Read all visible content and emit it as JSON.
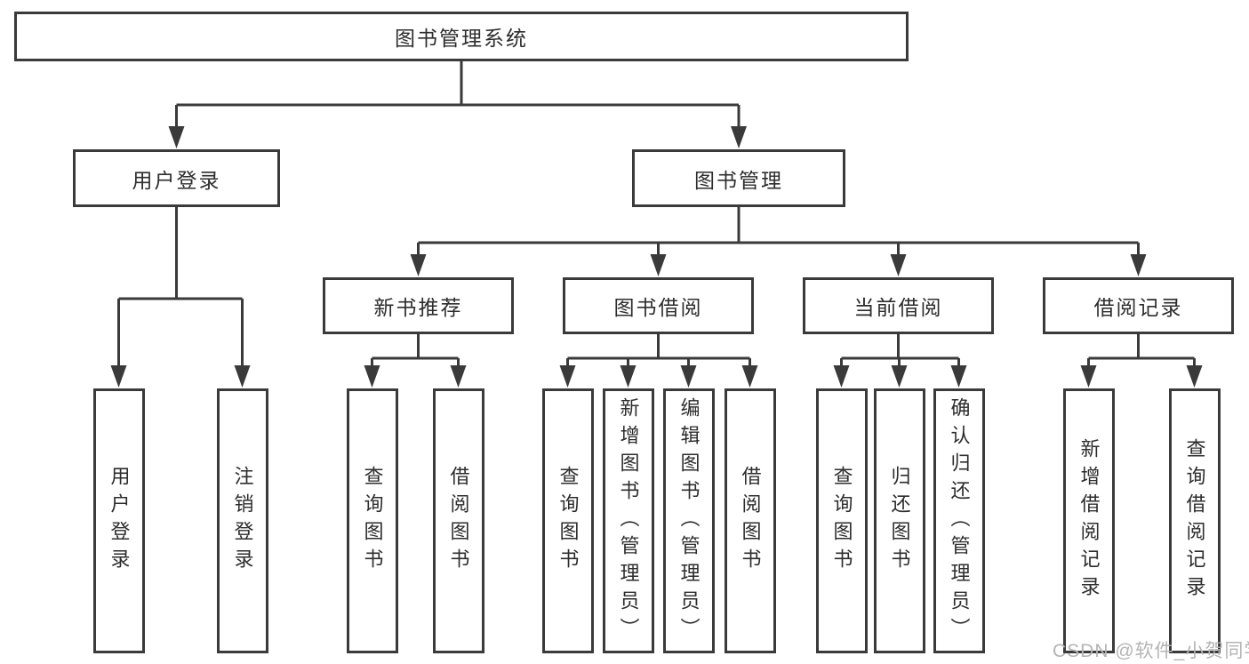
{
  "diagram": {
    "root": "图书管理系统",
    "branches": {
      "user_login": {
        "label": "用户登录",
        "children": [
          "用户登录",
          "注销登录"
        ]
      },
      "book_management": {
        "label": "图书管理",
        "children": [
          {
            "label": "新书推荐",
            "children": [
              "查询图书",
              "借阅图书"
            ]
          },
          {
            "label": "图书借阅",
            "children": [
              "查询图书",
              "新增图书（管理员）",
              "编辑图书（管理员）",
              "借阅图书"
            ]
          },
          {
            "label": "当前借阅",
            "children": [
              "查询图书",
              "归还图书",
              "确认归还（管理员）"
            ]
          },
          {
            "label": "借阅记录",
            "children": [
              "新增借阅记录",
              "查询借阅记录"
            ]
          }
        ]
      }
    },
    "watermark": "CSDN @软件_小贺同学",
    "colors": {
      "line": "#3a3a3a",
      "box_border": "#3a3a3a",
      "text": "#2d2d2d",
      "watermark": "#b4b4b4",
      "background": "#ffffff"
    }
  }
}
